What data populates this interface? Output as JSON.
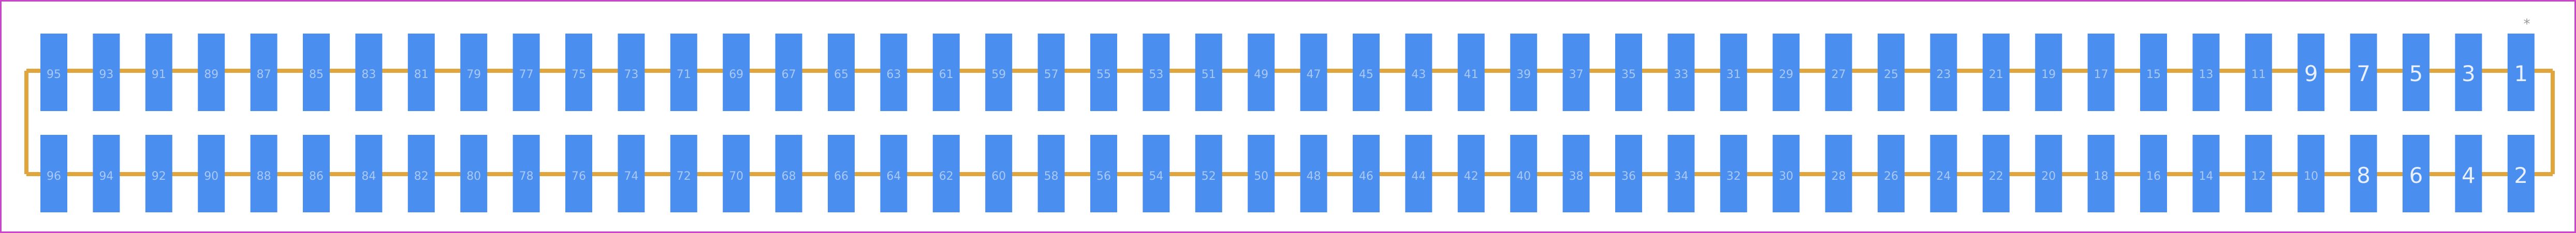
{
  "footprint": {
    "marker": "*",
    "pads": {
      "top_row": [
        "95",
        "93",
        "91",
        "89",
        "87",
        "85",
        "83",
        "81",
        "79",
        "77",
        "75",
        "73",
        "71",
        "69",
        "67",
        "65",
        "63",
        "61",
        "59",
        "57",
        "55",
        "53",
        "51",
        "49",
        "47",
        "45",
        "43",
        "41",
        "39",
        "37",
        "35",
        "33",
        "31",
        "29",
        "27",
        "25",
        "23",
        "21",
        "19",
        "17",
        "15",
        "13",
        "11",
        "9",
        "7",
        "5",
        "3",
        "1"
      ],
      "bottom_row": [
        "96",
        "94",
        "92",
        "90",
        "88",
        "86",
        "84",
        "82",
        "80",
        "78",
        "76",
        "74",
        "72",
        "70",
        "68",
        "66",
        "64",
        "62",
        "60",
        "58",
        "56",
        "54",
        "52",
        "50",
        "48",
        "46",
        "44",
        "42",
        "40",
        "38",
        "36",
        "34",
        "32",
        "30",
        "28",
        "26",
        "24",
        "22",
        "20",
        "18",
        "16",
        "14",
        "12",
        "10",
        "8",
        "6",
        "4",
        "2"
      ]
    },
    "colors": {
      "pad_fill": "#4a8ef0",
      "outline": "#e0a53c",
      "label_small": "#aac8f4",
      "label_large": "#e8f0ff",
      "marker": "#999999",
      "frame": "#cc44cc"
    }
  }
}
